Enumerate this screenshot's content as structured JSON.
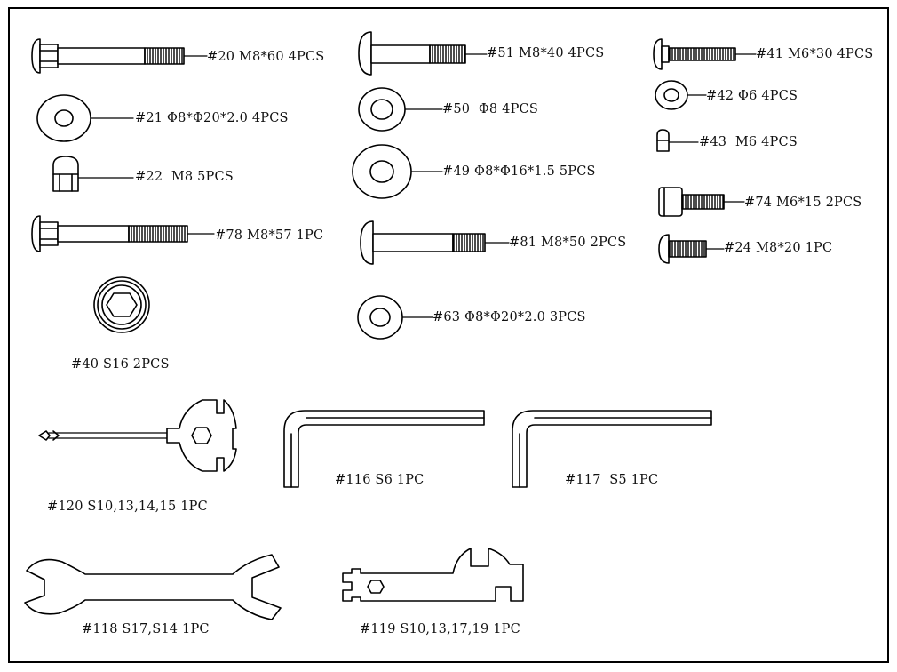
{
  "parts": {
    "p20": {
      "label": "#20 M8*60 4PCS"
    },
    "p21": {
      "label": "#21 Φ8*Φ20*2.0 4PCS"
    },
    "p22": {
      "label": "#22  M8 5PCS"
    },
    "p78": {
      "label": "#78 M8*57 1PC"
    },
    "p40": {
      "label": "#40 S16 2PCS"
    },
    "p51": {
      "label": "#51 M8*40 4PCS"
    },
    "p50": {
      "label": "#50  Φ8 4PCS"
    },
    "p49": {
      "label": "#49 Φ8*Φ16*1.5 5PCS"
    },
    "p81": {
      "label": "#81 M8*50 2PCS"
    },
    "p63": {
      "label": "#63 Φ8*Φ20*2.0 3PCS"
    },
    "p41": {
      "label": "#41 M6*30 4PCS"
    },
    "p42": {
      "label": "#42 Φ6 4PCS"
    },
    "p43": {
      "label": "#43  M6 4PCS"
    },
    "p74": {
      "label": "#74 M6*15 2PCS"
    },
    "p24": {
      "label": "#24 M8*20 1PC"
    },
    "p120": {
      "label": "#120 S10,13,14,15 1PC"
    },
    "p116": {
      "label": "#116 S6 1PC"
    },
    "p117": {
      "label": "#117  S5 1PC"
    },
    "p118": {
      "label": "#118 S17,S14 1PC"
    },
    "p119": {
      "label": "#119 S10,13,17,19 1PC"
    }
  }
}
